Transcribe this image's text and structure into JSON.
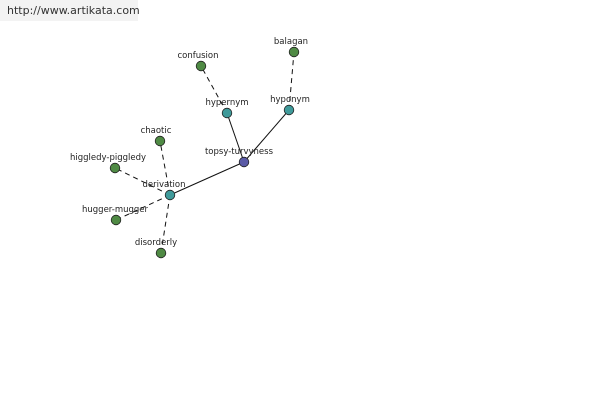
{
  "banner": {
    "text": "http://www.artikata.com"
  },
  "colors": {
    "center": "#5a5aa6",
    "relation": "#3f9a9a",
    "leaf": "#4f8a44"
  },
  "graph": {
    "nodes": [
      {
        "id": "topsy-turvyness",
        "label": "topsy-turvyness",
        "kind": "center"
      },
      {
        "id": "hypernym",
        "label": "hypernym",
        "kind": "relation"
      },
      {
        "id": "hyponym",
        "label": "hyponym",
        "kind": "relation"
      },
      {
        "id": "derivation",
        "label": "derivation",
        "kind": "relation"
      },
      {
        "id": "confusion",
        "label": "confusion",
        "kind": "leaf"
      },
      {
        "id": "balagan",
        "label": "balagan",
        "kind": "leaf"
      },
      {
        "id": "chaotic",
        "label": "chaotic",
        "kind": "leaf"
      },
      {
        "id": "higgledy-piggledy",
        "label": "higgledy-piggledy",
        "kind": "leaf"
      },
      {
        "id": "hugger-mugger",
        "label": "hugger-mugger",
        "kind": "leaf"
      },
      {
        "id": "disorderly",
        "label": "disorderly",
        "kind": "leaf"
      }
    ],
    "edges": [
      {
        "from": "topsy-turvyness",
        "to": "hypernym",
        "style": "solid"
      },
      {
        "from": "topsy-turvyness",
        "to": "hyponym",
        "style": "solid"
      },
      {
        "from": "topsy-turvyness",
        "to": "derivation",
        "style": "solid"
      },
      {
        "from": "hypernym",
        "to": "confusion",
        "style": "dashed"
      },
      {
        "from": "hyponym",
        "to": "balagan",
        "style": "dashed"
      },
      {
        "from": "derivation",
        "to": "chaotic",
        "style": "dashed"
      },
      {
        "from": "derivation",
        "to": "higgledy-piggledy",
        "style": "dashed"
      },
      {
        "from": "derivation",
        "to": "hugger-mugger",
        "style": "dashed"
      },
      {
        "from": "derivation",
        "to": "disorderly",
        "style": "dashed"
      }
    ]
  }
}
